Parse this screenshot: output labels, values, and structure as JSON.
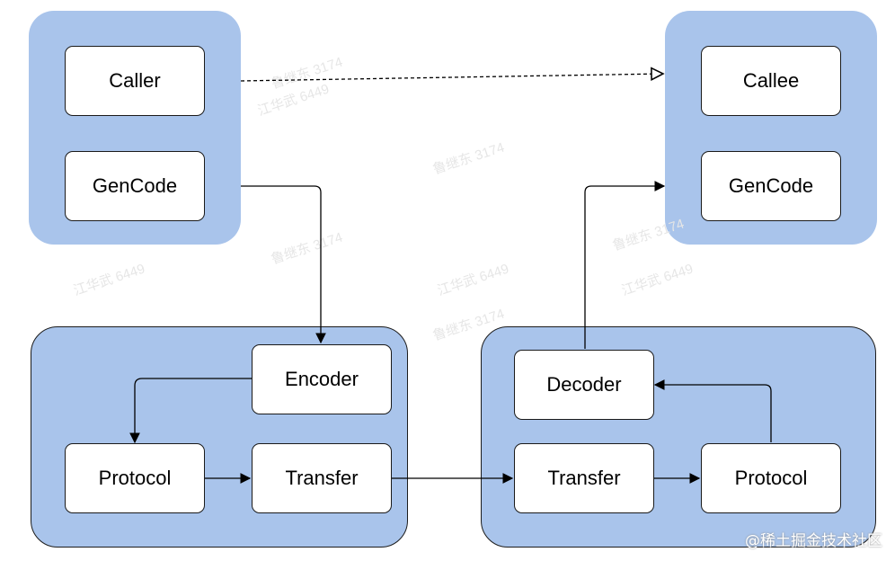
{
  "nodes": {
    "caller": "Caller",
    "caller_gencode": "GenCode",
    "callee": "Callee",
    "callee_gencode": "GenCode",
    "encoder": "Encoder",
    "client_protocol": "Protocol",
    "client_transfer": "Transfer",
    "decoder": "Decoder",
    "server_transfer": "Transfer",
    "server_protocol": "Protocol"
  },
  "watermarks": [
    "鲁继东 3174",
    "江华武 6449"
  ],
  "footer": "@稀土掘金技术社区"
}
